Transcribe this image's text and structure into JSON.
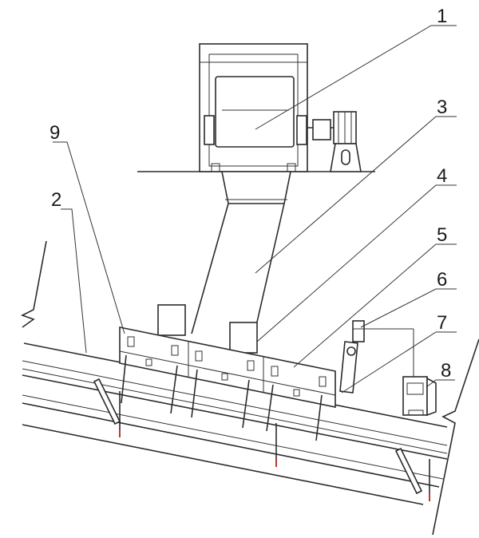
{
  "callouts": [
    {
      "id": "1",
      "text": "1"
    },
    {
      "id": "2",
      "text": "2"
    },
    {
      "id": "3",
      "text": "3"
    },
    {
      "id": "4",
      "text": "4"
    },
    {
      "id": "5",
      "text": "5"
    },
    {
      "id": "6",
      "text": "6"
    },
    {
      "id": "7",
      "text": "7"
    },
    {
      "id": "8",
      "text": "8"
    },
    {
      "id": "9",
      "text": "9"
    }
  ],
  "colors": {
    "line": "#2b2b2b",
    "accent": "#c0392b",
    "background": "#ffffff"
  }
}
